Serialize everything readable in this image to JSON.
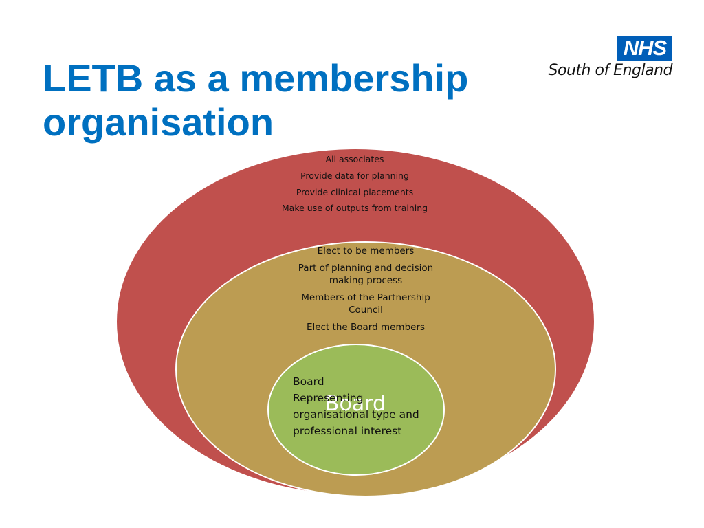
{
  "slide": {
    "title_lines": [
      "LETB as a membership",
      "organisation"
    ]
  },
  "logo": {
    "nhs": "NHS",
    "region": "South of England"
  },
  "colors": {
    "title": "#0070c0",
    "outer_ellipse": "#c0504d",
    "middle_ellipse": "#bc9c52",
    "inner_ellipse": "#9bbb59",
    "nhs_blue": "#005eb8"
  },
  "diagram": {
    "outer": {
      "items": [
        "All  associates",
        "Provide data for planning",
        "Provide clinical placements",
        "Make use of outputs from training"
      ]
    },
    "middle": {
      "items": [
        "Elect to be members",
        "Part of planning and decision making process",
        "Members of the  Partnership Council",
        "Elect the Board members"
      ]
    },
    "inner": {
      "watermark": "Board",
      "lines": [
        "Board",
        "Representing",
        "organisational type and",
        "professional interest"
      ]
    }
  }
}
